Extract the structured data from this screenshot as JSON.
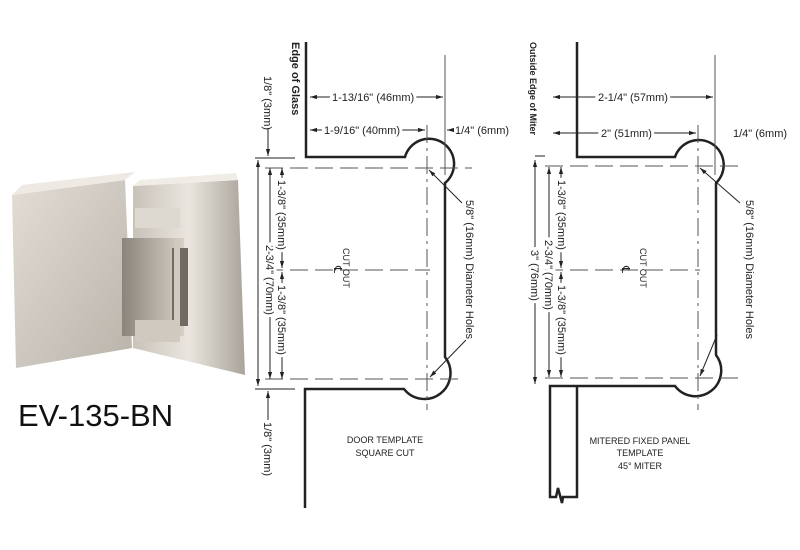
{
  "product": {
    "model": "EV-135-BN"
  },
  "door_template": {
    "edge_label": "Edge of Glass",
    "dim_overall": "1-13/16\" (46mm)",
    "dim_hole": "1-9/16\" (40mm)",
    "dim_offset": "1/4\" (6mm)",
    "dim_top_gap": "1/8\" (3mm)",
    "dim_bottom_gap": "1/8\" (3mm)",
    "dim_height": "2-3/4\" (70mm)",
    "dim_half_top": "1-3/8\" (35mm)",
    "dim_half_bottom": "1-3/8\" (35mm)",
    "hole_label": "5/8\" (16mm) Diameter Holes",
    "cutout_label": "CUT OUT",
    "centerline_symbol": "℄",
    "caption": [
      "DOOR TEMPLATE",
      "SQUARE CUT"
    ]
  },
  "miter_template": {
    "edge_label": "Outside Edge of Miter",
    "dim_overall": "2-1/4\" (57mm)",
    "dim_hole": "2\" (51mm)",
    "dim_offset": "1/4\" (6mm)",
    "dim_total": "3\" (76mm)",
    "dim_height": "2-3/4\" (70mm)",
    "dim_half_top": "1-3/8\" (35mm)",
    "dim_half_bottom": "1-3/8\" (35mm)",
    "hole_label": "5/8\" (16mm) Diameter Holes",
    "cutout_label": "CUT OUT",
    "centerline_symbol": "℄",
    "caption": [
      "MITERED FIXED PANEL",
      "TEMPLATE",
      "45° MITER"
    ]
  }
}
